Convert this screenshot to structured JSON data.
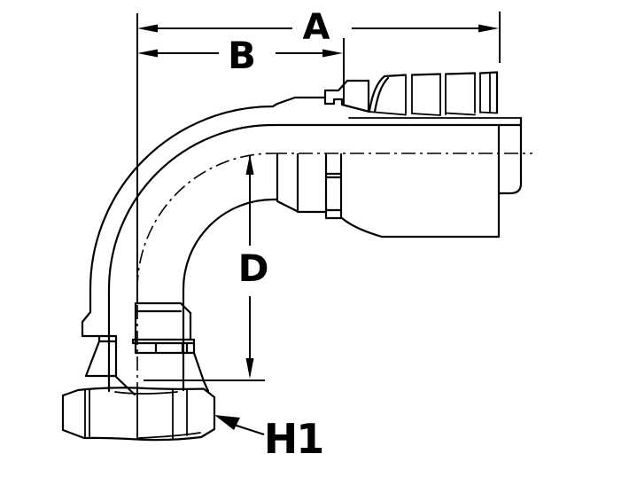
{
  "drawing": {
    "kind": "hydraulic-fitting-elbow-line-art",
    "dimension_labels": {
      "a": "A",
      "b": "B",
      "d": "D",
      "h1": "H1"
    },
    "colors": {
      "line": "#000000",
      "background": "#ffffff"
    }
  }
}
